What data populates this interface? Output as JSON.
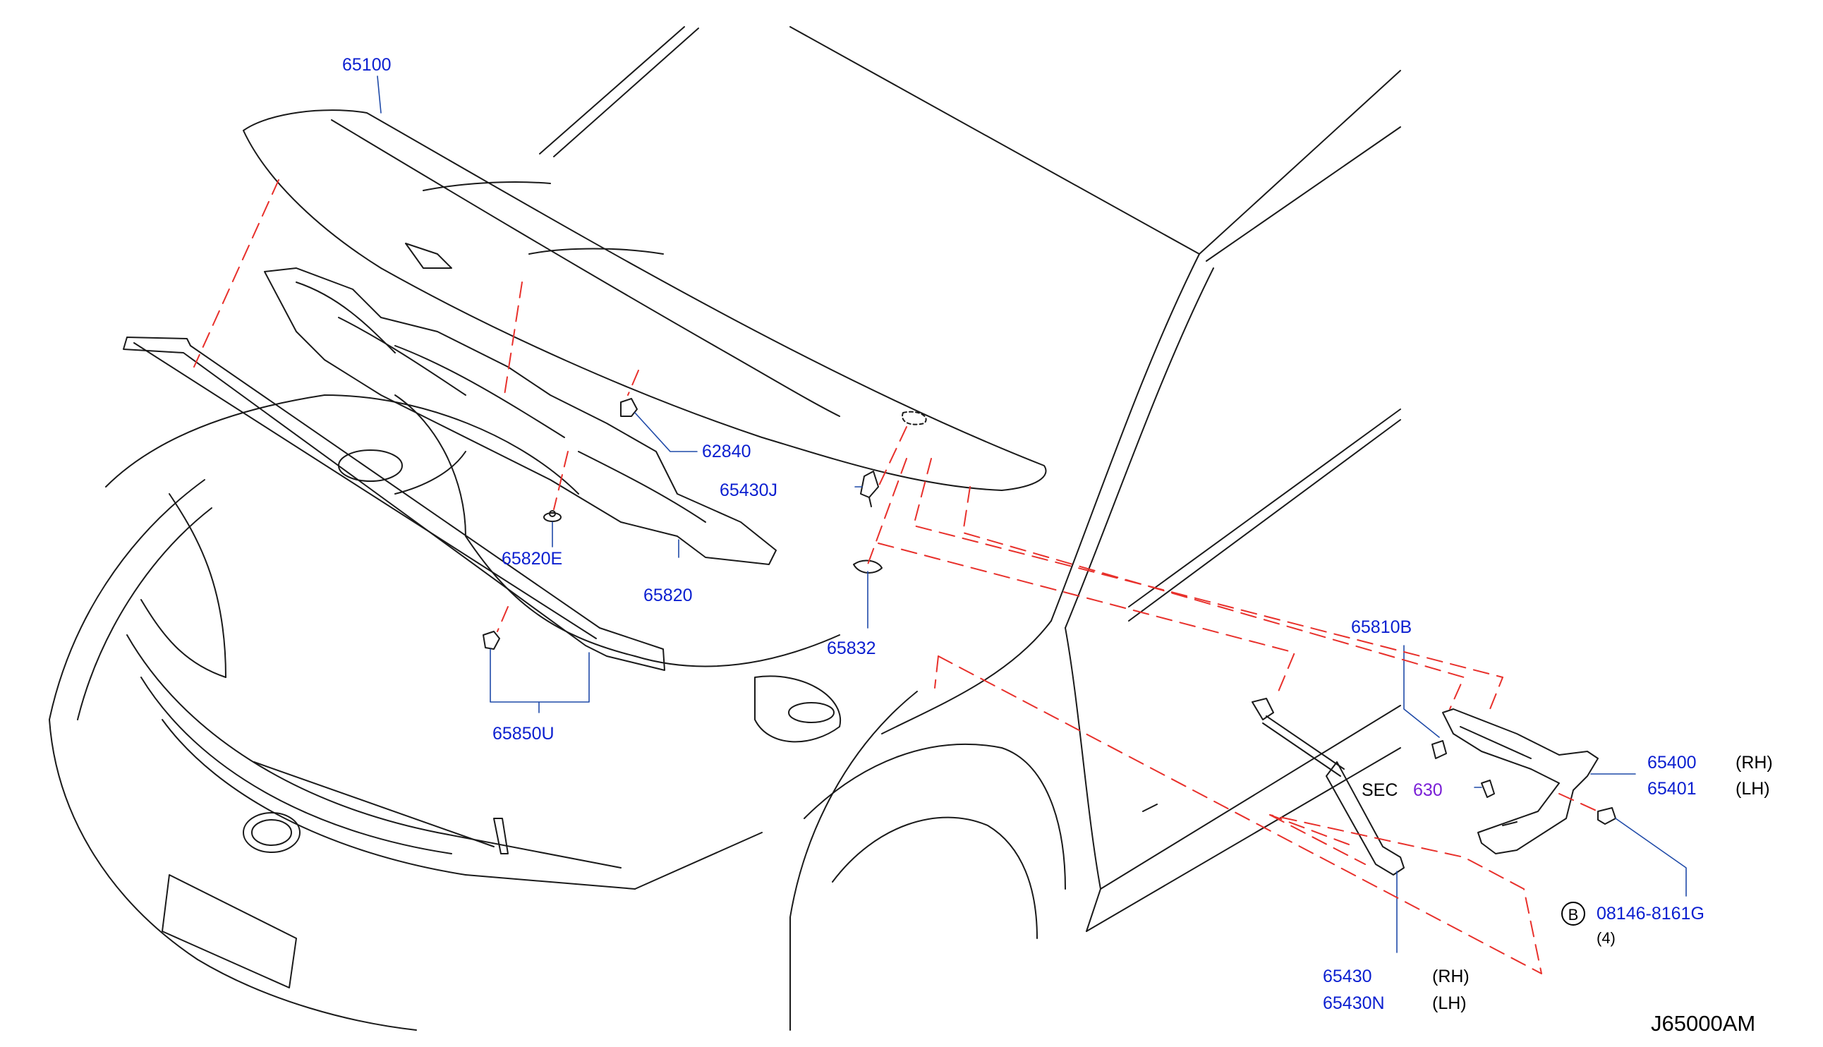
{
  "diagram_id": "J65000AM",
  "colors": {
    "part_number": "#0b1fd0",
    "section_ref": "#7a1fd6",
    "guide_line": "#e8302b",
    "outline": "#1a1a1a"
  },
  "parts": {
    "p65100": "65100",
    "p62840": "62840",
    "p65430J": "65430J",
    "p65820E": "65820E",
    "p65820": "65820",
    "p65832": "65832",
    "p65850U": "65850U",
    "p65810B": "65810B",
    "p65400": "65400",
    "p65401": "65401",
    "p65430": "65430",
    "p65430N": "65430N",
    "bolt": "08146-8161G"
  },
  "sides": {
    "rh": "(RH)",
    "lh": "(LH)"
  },
  "sec": {
    "prefix": "SEC",
    "number": "630"
  },
  "bolt_marker": "B",
  "bolt_qty": "(4)"
}
